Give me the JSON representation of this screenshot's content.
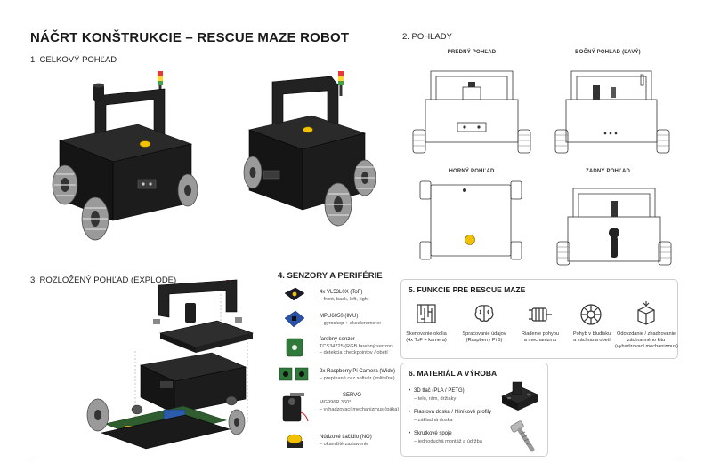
{
  "title": "NÁČRT KONŠTRUKCIE – RESCUE MAZE ROBOT",
  "sections": {
    "overall": "1. CELKOVÝ POHĽAD",
    "views": "2. POHĽADY",
    "exploded": "3. ROZLOŽENÝ POHĽAD (EXPLODE)",
    "sensors": "4. SENZORY A PERIFÉRIE",
    "functions": "5. FUNKCIE PRE RESCUE MAZE",
    "material": "6. MATERIÁL A VÝROBA"
  },
  "views": {
    "front": "PREDNÝ POHĽAD",
    "side": "BOČNÝ POHĽAD (ĽAVÝ)",
    "top": "HORNÝ POHĽAD",
    "back": "ZADNÝ POHĽAD"
  },
  "sensors": [
    {
      "name": "4x VL53L0X (ToF)",
      "desc": [
        "– front, back, left, right"
      ],
      "icon": "tof-sensor-icon"
    },
    {
      "name": "MPU6050 (IMU)",
      "desc": [
        "– gyroskop + akcelerometer"
      ],
      "icon": "imu-board-icon"
    },
    {
      "name": "farebný senzor",
      "desc": [
        "TCS34725 (RGB farebný senzor)",
        "– detekcia checkpointov / obetí"
      ],
      "icon": "color-sensor-icon"
    },
    {
      "name": "2x Raspberry Pi Camera (Wide)",
      "desc": [
        "– prepínané cez softvér (voliteľné)"
      ],
      "icon": "camera-module-icon"
    },
    {
      "name": "SERVO",
      "desc": [
        "MG996R 360°",
        "– vyhadzovací mechanizmus (páka)"
      ],
      "icon": "servo-icon"
    },
    {
      "name": "Núdzové tlačidlo (NO)",
      "desc": [
        "– okamžité zastavenie"
      ],
      "icon": "emergency-button-icon"
    }
  ],
  "functions": [
    {
      "label": [
        "Skenovanie okolia",
        "(4x ToF + kamera)"
      ],
      "icon": "maze-icon"
    },
    {
      "label": [
        "Spracovanie údajov",
        "(Raspberry Pi 5)"
      ],
      "icon": "brain-icon"
    },
    {
      "label": [
        "Riadenie pohybu",
        "a mechanizmu"
      ],
      "icon": "motor-icon"
    },
    {
      "label": [
        "Pohyb v bludisku",
        "a záchrana obetí"
      ],
      "icon": "wheel-icon"
    },
    {
      "label": [
        "Odovzdanie / zhadzovanie",
        "záchranného kitu",
        "(vyhadzovací mechanizmus)"
      ],
      "icon": "rescue-kit-icon"
    }
  ],
  "materials": [
    {
      "name": "3D tlač (PLA / PETG)",
      "desc": "– telo, rám, držiaky"
    },
    {
      "name": "Plastová doska / hliníkové profily",
      "desc": "– základná doska"
    },
    {
      "name": "Skrutkové spoje",
      "desc": "– jednoduchá montáž a údržba"
    }
  ],
  "colors": {
    "body": "#1c1c1c",
    "mast_red": "#e53935",
    "mast_yellow": "#fdd835",
    "mast_green": "#43a047",
    "button": "#f2c200"
  }
}
